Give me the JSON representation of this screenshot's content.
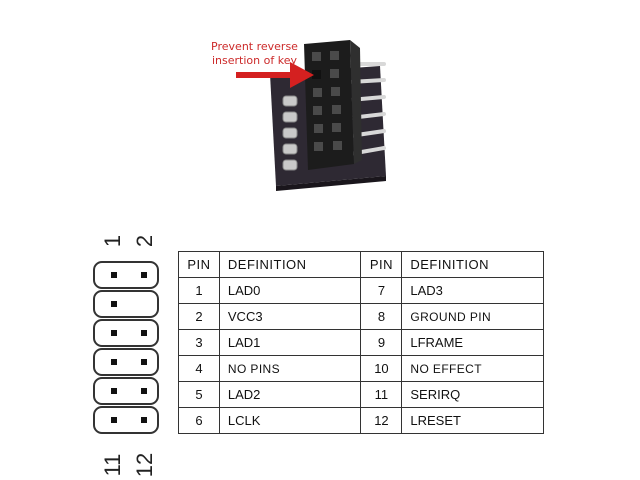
{
  "annotation": {
    "line1": "Prevent reverse",
    "line2": "insertion of key"
  },
  "pin_labels": {
    "top_left": "1",
    "top_right": "2",
    "bottom_left": "11",
    "bottom_right": "12"
  },
  "table": {
    "headers": [
      "PIN",
      "DEFINITION",
      "PIN",
      "DEFINITION"
    ],
    "rows": [
      {
        "pin_a": "1",
        "def_a": "LAD0",
        "pin_b": "7",
        "def_b": "LAD3"
      },
      {
        "pin_a": "2",
        "def_a": "VCC3",
        "pin_b": "8",
        "def_b": "GROUND PIN"
      },
      {
        "pin_a": "3",
        "def_a": "LAD1",
        "pin_b": "9",
        "def_b": "LFRAME"
      },
      {
        "pin_a": "4",
        "def_a": "NO PINS",
        "pin_b": "10",
        "def_b": "NO EFFECT"
      },
      {
        "pin_a": "5",
        "def_a": "LAD2",
        "pin_b": "11",
        "def_b": "SERIRQ"
      },
      {
        "pin_a": "6",
        "def_a": "LCLK",
        "pin_b": "12",
        "def_b": "LRESET"
      }
    ]
  },
  "colors": {
    "annotation": "#cc2a2a",
    "arrow": "#d42020",
    "connector": "#1c1c1c",
    "pcb": "#2a2530"
  }
}
